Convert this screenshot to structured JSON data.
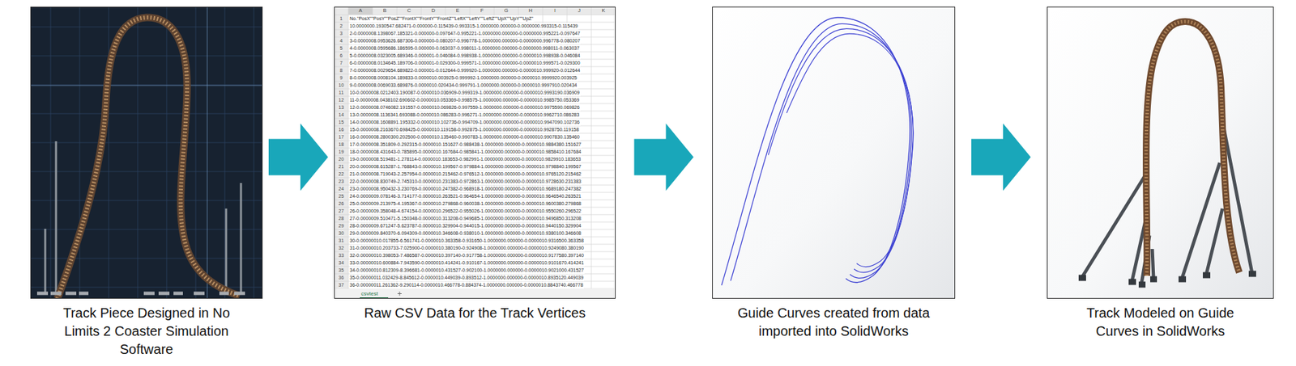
{
  "diagram": {
    "nodes": [
      {
        "text": [
          "Track Piece Designed in No Limits 2 Coaster Simulation Software"
        ]
      },
      {
        "text": [
          "Raw CSV Data for the Track Vertices"
        ]
      },
      {
        "text": [
          "Guide Curves created from data imported into SolidWorks"
        ]
      },
      {
        "text": [
          "Track Modeled on Guide Curves in SolidWorks"
        ]
      }
    ],
    "edges": [
      {
        "from": 0,
        "to": 1,
        "arrow": "to"
      },
      {
        "from": 1,
        "to": 2,
        "arrow": "to"
      },
      {
        "from": 2,
        "to": 3,
        "arrow": "to"
      }
    ],
    "labels": [
      "A",
      "B",
      "C",
      "D",
      "E",
      "F",
      "G",
      "H",
      "I",
      "J",
      "K",
      "1",
      "2",
      "3",
      "4",
      "5",
      "6",
      "7",
      "8",
      "9",
      "10",
      "11",
      "12",
      "13",
      "14",
      "15",
      "16",
      "17",
      "18",
      "19",
      "20",
      "21",
      "22",
      "23",
      "24",
      "25",
      "26",
      "27",
      "28",
      "29",
      "30",
      "31",
      "32",
      "33",
      "34",
      "35",
      "36",
      "37",
      "No.\"PosX\"\"PosY\"\"PosZ\"\"FrontX\"\"FrontY\"\"FrontZ\"\"LeftX\"\"LeftY\"\"LeftZ\"\"UpX\"\"UpY\"\"UpZ\"",
      "10.0000000.1930547.682471-0.000000-0.115439-0.993315-1.0000000.000000-0.0000000.993315-0.115439",
      "2-0.0000008.1398067.185321-0.000000-0.097647-0.995221-1.0000000.000000-0.0000000.995221-0.097647",
      "3-0.0000008.0953626.687306-0.000000-0.080207-0.996778-1.0000000.000000-0.0000000.996778-0.080207",
      "4-0.0000008.0595686.186595-0.000000-0.063037-0.998011-1.0000000.000000-0.0000000.998011-0.063037",
      "5-0.0000008.0323005.689346-0.000001-0.046084-0.998938-1.0000000.000000-0.0000010.998938-0.046084",
      "6-0.0000008.0134645.189706-0.000001-0.029300-0.999571-1.0000000.000000-0.0000010.999571-0.029300",
      "7-0.0000008.0029654.689822-0.000001-0.012644-0.999920-1.0000000.000000-0.0000010.999920-0.012644",
      "8-0.0000008.0008104.189833-0.0000010.003925-0.999992-1.0000000.000000-0.0000010.9999920.003925",
      "9-0.0000008.0069033.689876-0.0000010.020434-0.999791-1.0000000.000000-0.0000010.9997910.020434",
      "10-0.0000008.0212403.190087-0.0000010.036909-0.999319-1.0000000.000000-0.0000010.9993190.036909",
      "11-0.0000008.0438102.690602-0.0000010.053369-0.998575-1.0000000.000000-0.0000010.9985750.053369",
      "12-0.0000008.0746082.191557-0.0000010.069826-0.997559-1.0000000.000000-0.0000010.9975590.069826",
      "13-0.0000008.1136341.693088-0.0000010.086283-0.996271-1.0000000.000000-0.0000010.9962710.086283",
      "14-0.0000008.1608891.195332-0.0000010.102736-0.994709-1.0000000.000000-0.0000010.9947090.102736",
      "15-0.0000008.2163670.698425-0.0000010.119158-0.992875-1.0000000.000000-0.0000010.9928750.119158",
      "16-0.0000008.2800300.202500-0.0000010.135460-0.990783-1.0000000.000000-0.0000010.9907830.135460",
      "17-0.0000008.351809-0.292315-0.0000010.151627-0.988438-1.0000000.000000-0.0000010.9884380.151627",
      "18-0.0000008.431643-0.785895-0.0000010.167684-0.985841-1.0000000.000000-0.0000010.9858410.167684",
      "19-0.0000008.519481-1.278114-0.0000010.183653-0.982991-1.0000000.000000-0.0000010.9829910.183653",
      "20-0.0000008.615287-1.768843-0.0000010.199567-0.979884-1.0000000.000000-0.0000010.9798840.199567",
      "21-0.0000008.719043-2.257954-0.0000010.215462-0.976512-1.0000000.000000-0.0000010.9765120.215462",
      "22-0.0000008.830749-2.745310-0.0000010.231383-0.972863-1.0000000.000000-0.0000010.9728630.231383",
      "23-0.0000008.950432-3.230769-0.0000010.247382-0.968918-1.0000000.000000-0.0000010.9689180.247382",
      "24-0.0000009.078146-3.714177-0.0000010.263521-0.964654-1.0000000.000000-0.0000010.9646540.263521",
      "25-0.0000009.213975-4.195367-0.0000010.279868-0.960038-1.0000000.000000-0.0000010.9600380.279868",
      "26-0.0000009.358048-4.674154-0.0000010.296522-0.955026-1.0000000.000000-0.0000010.9550260.296522",
      "27-0.0000009.510471-5.150348-0.0000010.313208-0.949685-1.0000000.000000-0.0000010.9496850.313208",
      "28-0.0000009.671247-5.623787-0.0000010.329904-0.944015-1.0000000.000000-0.0000010.9440150.329904",
      "29-0.0000009.840370-6.094309-0.0000010.346608-0.938010-1.0000000.000000-0.0000010.9380100.346608",
      "30-0.00000010.017855-6.561741-0.0000010.363358-0.931650-1.0000000.000000-0.0000010.9316500.363358",
      "31-0.00000010.203733-7.025900-0.0000010.380190-0.924908-1.0000000.000000-0.0000010.9249080.380190",
      "32-0.00000010.398053-7.486587-0.0000010.397140-0.917758-1.0000000.000000-0.0000010.9177580.397140",
      "33-0.00000010.600884-7.943590-0.0000010.414241-0.910167-1.0000000.000000-0.0000010.9101670.414241",
      "34-0.00000010.812309-8.396681-0.0000010.431527-0.902100-1.0000000.000000-0.0000010.9021000.431527",
      "35-0.00000011.032429-8.845612-0.0000010.449039-0.893512-1.0000000.000000-0.0000010.8935120.449039",
      "36-0.00000011.261362-9.290114-0.0000010.466778-0.884374-1.0000000.000000-0.0000010.8843740.466778",
      "csvtest"
    ]
  }
}
